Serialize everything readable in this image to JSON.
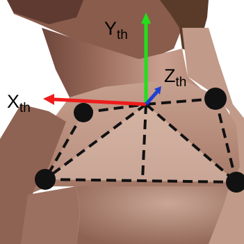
{
  "axes": {
    "x": {
      "letter": "X",
      "subscript": "th",
      "color": "#ee1c1c"
    },
    "y": {
      "letter": "Y",
      "subscript": "th",
      "color": "#22e01a"
    },
    "z": {
      "letter": "Z",
      "subscript": "th",
      "color": "#1f3fd0"
    }
  },
  "colors": {
    "skin_light": "#d9b4a4",
    "skin_mid": "#b98b78",
    "skin_dark": "#6e463b",
    "hair": "#5a3a28",
    "triangle_fill": "#e6cbbc",
    "marker": "#111111",
    "dash_line": "#111111"
  }
}
